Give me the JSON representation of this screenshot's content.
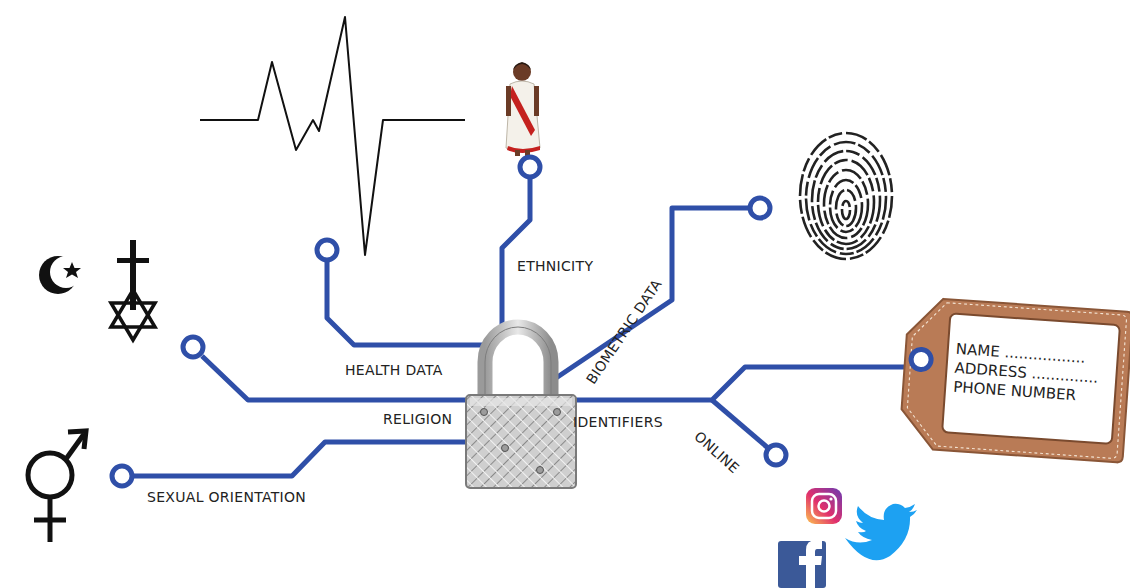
{
  "diagram": {
    "nodes": [
      {
        "text": [
          "NAME .................",
          "ADDRESS ..............",
          "PHONE NUMBER"
        ]
      }
    ],
    "labels": [
      "HEALTH DATA",
      "ETHNICITY",
      "BIOMETRIC DATA",
      "RELIGION",
      "IDENTIFIERS",
      "ONLINE",
      "SEXUAL ORIENTATION"
    ]
  }
}
